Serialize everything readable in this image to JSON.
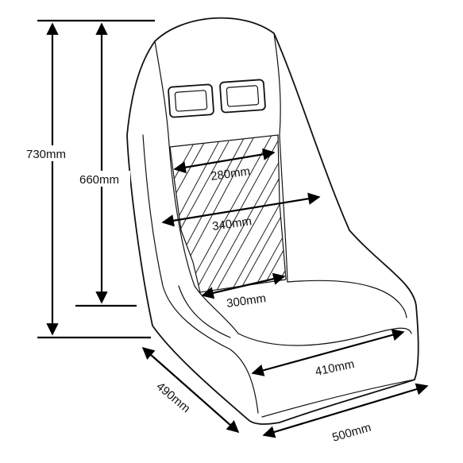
{
  "dimensions": {
    "overall_height": "730mm",
    "back_height": "660mm",
    "shoulder_width": "280mm",
    "back_width": "340mm",
    "hip_width": "300mm",
    "seat_width": "410mm",
    "seat_depth": "490mm",
    "overall_width": "500mm"
  },
  "colors": {
    "line": "#111111",
    "background": "#ffffff"
  }
}
